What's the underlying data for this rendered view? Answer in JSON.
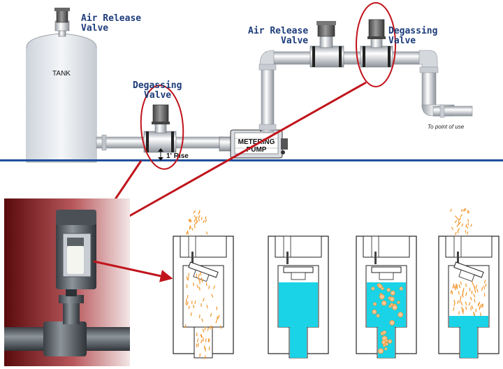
{
  "labels": {
    "tank": "TANK",
    "air_release_left_line1": "Air Release",
    "air_release_left_line2": "Valve",
    "air_release_right_line1": "Air Release",
    "air_release_right_line2": "Valve",
    "degassing_top_line1": "Degassing",
    "degassing_top_line2": "Valve",
    "degassing_mid_line1": "Degassing",
    "degassing_mid_line2": "Valve",
    "rise": "1' Rise",
    "pump_line1": "METERING",
    "pump_line2": "PUMP",
    "point_of_use": "To point of use"
  },
  "colors": {
    "label_text": "#1d3c7a",
    "ground_line": "#1f4f9a",
    "callout_red": "#c0141c",
    "liquid_cyan": "#1ad3e6",
    "gas_orange": "#f0962a"
  },
  "cutaway_states": [
    {
      "liquid": "none",
      "gas": "venting"
    },
    {
      "liquid": "full",
      "gas": "none"
    },
    {
      "liquid": "full",
      "gas": "bubbles"
    },
    {
      "liquid": "low",
      "gas": "venting"
    }
  ]
}
